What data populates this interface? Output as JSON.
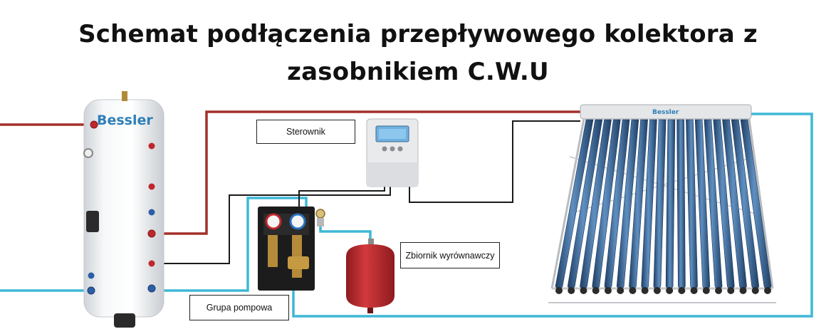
{
  "title": {
    "line1": "Schemat podłączenia przepływowego kolektora z",
    "line2": "zasobnikiem C.W.U"
  },
  "labels": {
    "controller": "Sterownik",
    "expansion_tank": "Zbiornik wyrównawczy",
    "pump_group": "Grupa pompowa"
  },
  "brand": {
    "tank_logo": "Bessler",
    "collector_logo": "Bessler"
  },
  "colors": {
    "hot_pipe": "#a3302b",
    "cold_pipe": "#3fb8d6",
    "signal_wire": "#1a1a1a",
    "tank_red": "#c0272d",
    "tube_blue": "#2f5f8f"
  },
  "icons": [
    "water-heater-tank",
    "solar-controller",
    "pump-station",
    "expansion-vessel",
    "solar-tube-collector"
  ]
}
